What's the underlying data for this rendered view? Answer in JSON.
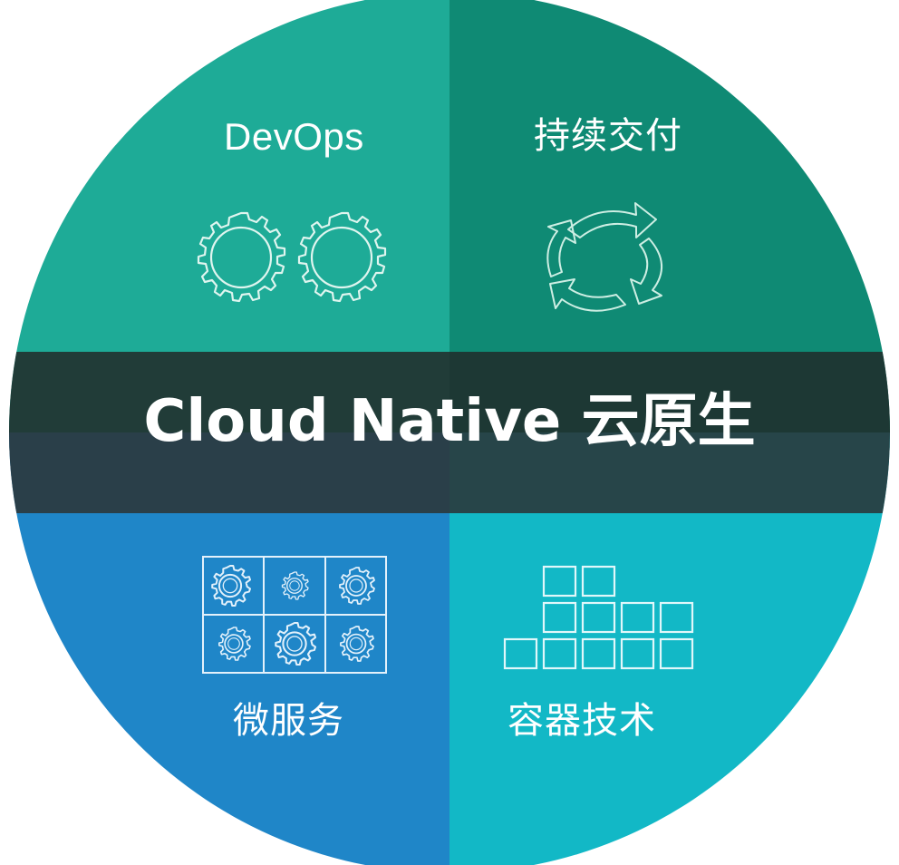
{
  "title": "Cloud Native 云原生",
  "quadrants": {
    "top_left": {
      "label": "DevOps",
      "icon": "gears-icon",
      "color": "#1eab97"
    },
    "top_right": {
      "label": "持续交付",
      "icon": "cycle-arrows-icon",
      "color": "#0f8a74"
    },
    "bottom_left": {
      "label": "微服务",
      "icon": "gear-grid-icon",
      "color": "#1f86c8"
    },
    "bottom_right": {
      "label": "容器技术",
      "icon": "container-blocks-icon",
      "color": "#12b8c6"
    }
  },
  "band_color": "#27413f"
}
